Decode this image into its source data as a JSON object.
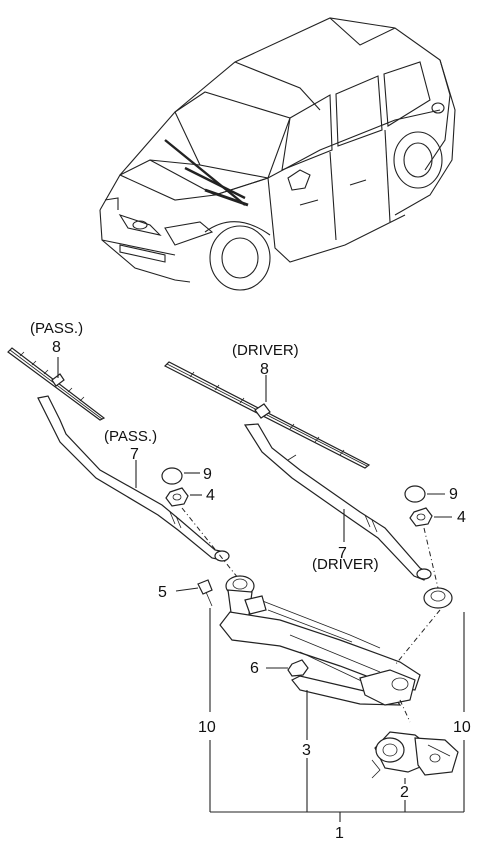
{
  "labels": {
    "pass_top": "(PASS.)",
    "pass_arm": "(PASS.)",
    "driver_top": "(DRIVER)",
    "driver_arm": "(DRIVER)"
  },
  "callouts": {
    "c8_pass": "8",
    "c7_pass": "7",
    "c9_left": "9",
    "c4_left": "4",
    "c8_driver": "8",
    "c9_right": "9",
    "c4_right": "4",
    "c7_driver": "7",
    "c5": "5",
    "c6": "6",
    "c10_left": "10",
    "c3": "3",
    "c10_right": "10",
    "c2": "2",
    "c1": "1"
  }
}
